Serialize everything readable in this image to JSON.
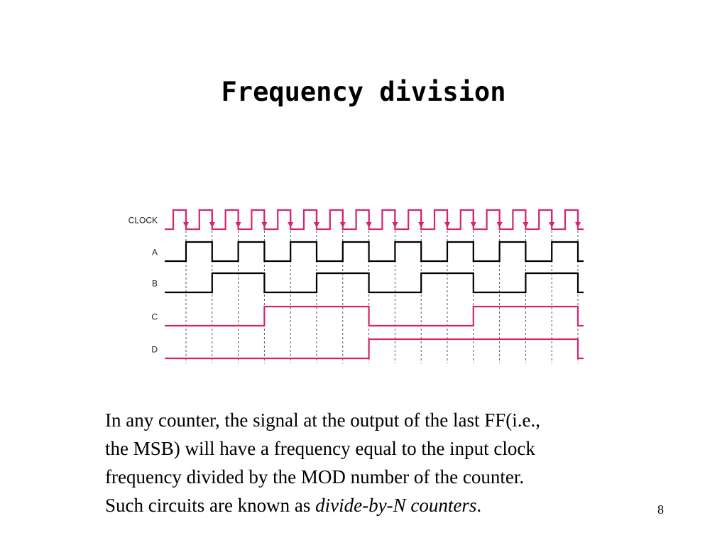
{
  "slide": {
    "title": "Frequency division",
    "page_number": "8"
  },
  "timing_diagram": {
    "signals": [
      {
        "label": "CLOCK",
        "color": "#d6246e"
      },
      {
        "label": "A",
        "color": "#000000"
      },
      {
        "label": "B",
        "color": "#000000"
      },
      {
        "label": "C",
        "color": "#d6246e"
      },
      {
        "label": "D",
        "color": "#d6246e"
      }
    ],
    "clock_cycles": 16,
    "edge_marker_color": "#d6246e",
    "trigger_edge": "falling"
  },
  "body": {
    "lines": [
      "In any counter, the signal at the output of the last FF(i.e.,",
      "the MSB) will have a frequency equal to the input clock",
      "frequency divided by the MOD number of the counter."
    ],
    "last_line_prefix": "Such circuits are known as ",
    "last_line_emphasis": "divide-by-N counters",
    "last_line_suffix": "."
  }
}
